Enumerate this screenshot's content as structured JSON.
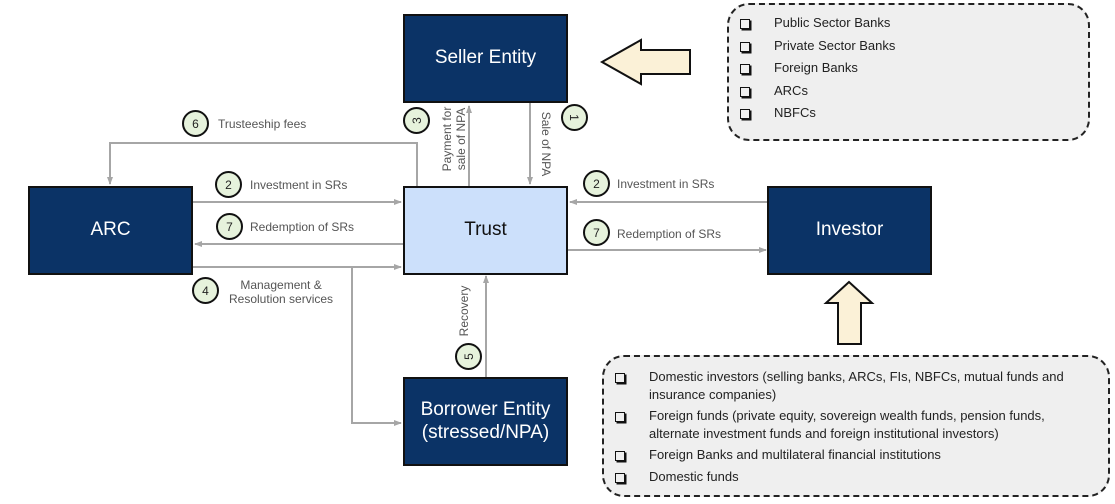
{
  "diagram": {
    "nodes": {
      "seller": "Seller Entity",
      "arc": "ARC",
      "trust": "Trust",
      "investor": "Investor",
      "borrower_line1": "Borrower Entity",
      "borrower_line2": "(stressed/NPA)"
    },
    "flows": [
      {
        "step": "1",
        "label": "Sale of NPA",
        "from": "Seller Entity",
        "to": "Trust"
      },
      {
        "step": "2",
        "label": "Investment in SRs",
        "from": "ARC",
        "to": "Trust"
      },
      {
        "step": "2",
        "label": "Investment in SRs",
        "from": "Investor",
        "to": "Trust"
      },
      {
        "step": "3",
        "label_line1": "Payment for",
        "label_line2": "sale of NPA",
        "from": "Trust",
        "to": "Seller Entity"
      },
      {
        "step": "4",
        "label_line1": "Management &",
        "label_line2": "Resolution services",
        "from": "ARC",
        "to": "Trust / Borrower Entity"
      },
      {
        "step": "5",
        "label": "Recovery",
        "from": "Borrower Entity",
        "to": "Trust"
      },
      {
        "step": "6",
        "label": "Trusteeship fees",
        "from": "Trust",
        "to": "ARC"
      },
      {
        "step": "7",
        "label": "Redemption of SRs",
        "from": "Trust",
        "to": "ARC"
      },
      {
        "step": "7",
        "label": "Redemption of SRs",
        "from": "Trust",
        "to": "Investor"
      }
    ],
    "sellers_panel": {
      "items": [
        "Public Sector Banks",
        "Private Sector Banks",
        "Foreign Banks",
        "ARCs",
        "NBFCs"
      ]
    },
    "investors_panel": {
      "items": [
        {
          "line1": "Domestic investors (selling banks, ARCs, FIs, NBFCs,  mutual funds and",
          "line2": "insurance companies)"
        },
        {
          "line1": "Foreign funds (private equity, sovereign wealth funds, pension funds,",
          "line2": "alternate  investment funds and foreign institutional investors)"
        },
        {
          "line1": "Foreign Banks and multilateral financial institutions",
          "line2": ""
        },
        {
          "line1": "Domestic funds",
          "line2": ""
        }
      ]
    },
    "colors": {
      "dark_box": "#0b3366",
      "trust_box": "#cce0fb",
      "badge_fill": "#e6f2dc",
      "block_arrow_fill": "#fbf1d7",
      "connector": "#a6a6a6",
      "panel_fill": "#efefef"
    }
  }
}
